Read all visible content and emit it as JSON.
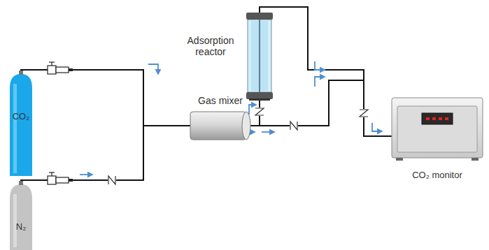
{
  "diagram": {
    "nodes": [
      {
        "text": [
          "CO₂"
        ]
      },
      {
        "text": [
          "N₂"
        ]
      },
      {
        "text": [
          "Gas mixer"
        ]
      },
      {
        "text": [
          "Adsorption reactor"
        ]
      },
      {
        "text": [
          "CO₂ monitor"
        ]
      }
    ],
    "edges": [
      {
        "from": 0,
        "to": 2,
        "arrow": "none"
      },
      {
        "from": 1,
        "to": 2,
        "arrow": "none"
      },
      {
        "from": 2,
        "to": 3,
        "arrow": "none"
      },
      {
        "from": 2,
        "to": 4,
        "arrow": "none"
      },
      {
        "from": 3,
        "to": 4,
        "arrow": "none"
      }
    ]
  }
}
